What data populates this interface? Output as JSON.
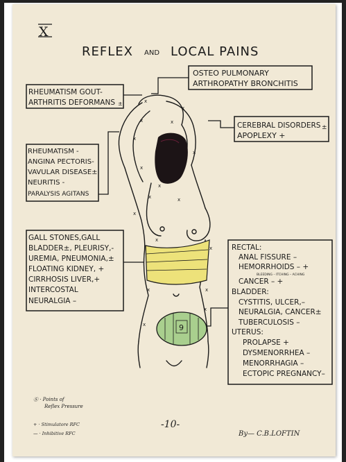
{
  "page": {
    "roman_numeral": "X",
    "title_part1": "REFLEX",
    "title_and": "AND",
    "title_part2": "LOCAL PAINS",
    "page_number": "-10-",
    "author": "By— C.B.LOFTIN",
    "legend_points": "Ⓢ · Points of",
    "legend_points2": "Reflex Pressure",
    "legend_plus": "+ · Stimulatore RFC",
    "legend_minus": "— · Inhibitive RFC"
  },
  "labels": {
    "osteo_line1": "OSTEO PULMONARY",
    "osteo_line2": "ARTHROPATHY BRONCHITIS",
    "rheum_line1": "RHEUMATISM GOUT-",
    "rheum_line2": "ARTHRITIS DEFORMANS",
    "rheum_sign": "±",
    "cerebral_line1": "CEREBRAL DISORDERS",
    "cerebral_sign": "±",
    "cerebral_line2": "APOPLEXY +",
    "heart_line1": "RHEUMATISM -",
    "heart_line2": "ANGINA PECTORIS-",
    "heart_line3": "VAVULAR DISEASE±",
    "heart_line4": "NEURITIS -",
    "heart_line5": "PARALYSIS AGITANS",
    "gall_line1": "GALL STONES,GALL",
    "gall_line2": "BLADDER±, PLEURISY,-",
    "gall_line3": "UREMIA, PNEUMONIA,±",
    "gall_line4": "FLOATING KIDNEY, +",
    "gall_line5": "CIRRHOSIS LIVER,+",
    "gall_line6": "INTERCOSTAL",
    "gall_line7": "NEURALGIA –",
    "rectal_head": "RECTAL:",
    "rectal_1": "ANAL FISSURE –",
    "rectal_2": "HEMORRHOIDS – +",
    "rectal_note": "BLEEDING – ITCHING – ACHING",
    "rectal_3": "CANCER – +",
    "bladder_head": "BLADDER:",
    "bladder_1": "CYSTITIS, ULCER,–",
    "bladder_2": "NEURALGIA, CANCER±",
    "bladder_3": "TUBERCULOSIS –",
    "uterus_head": "UTERUS:",
    "uterus_1": "PROLAPSE +",
    "uterus_2": "DYSMENORRHEA –",
    "uterus_3": "MENORRHAGIA –",
    "uterus_4": "ECTOPIC PREGNANCY–",
    "zone_number": "9"
  },
  "colors": {
    "paper": "#f1e9d6",
    "ink": "#1a1a1a",
    "yellow_zone": "#ede27a",
    "green_zone": "#a9cf8e",
    "head_fill": "#1c1416",
    "head_tint": "#6b1f3a"
  }
}
